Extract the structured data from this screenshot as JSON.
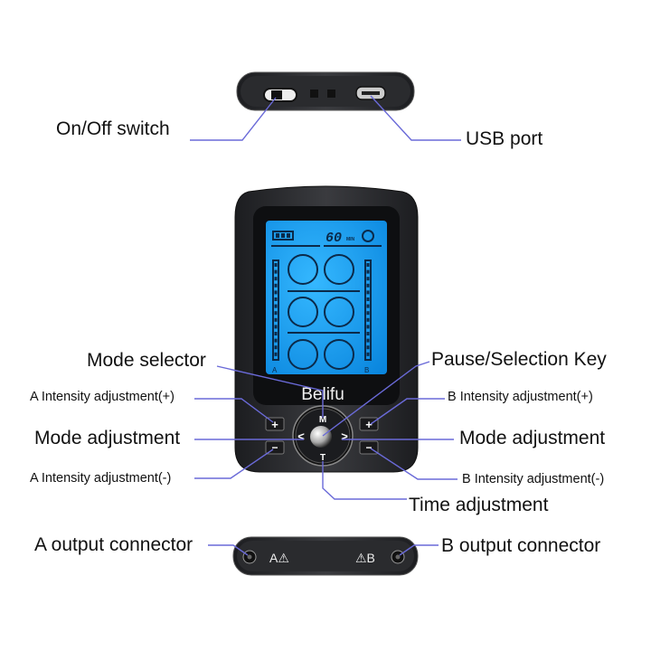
{
  "labels": {
    "on_off_switch": "On/Off switch",
    "usb_port": "USB port",
    "mode_selector": "Mode selector",
    "pause_selection_key": "Pause/Selection Key",
    "a_intensity_plus": "A Intensity adjustment(+)",
    "b_intensity_plus": "B Intensity adjustment(+)",
    "mode_adjustment_left": "Mode adjustment",
    "mode_adjustment_right": "Mode adjustment",
    "a_intensity_minus": "A Intensity adjustment(-)",
    "b_intensity_minus": "B Intensity adjustment(-)",
    "time_adjustment": "Time adjustment",
    "a_output_connector": "A output connector",
    "b_output_connector": "B output connector"
  },
  "device": {
    "brand": "Belifu",
    "screen": {
      "timer_value": "60",
      "timer_unit": "MIN",
      "channel_a": "A",
      "channel_b": "B"
    },
    "buttons": {
      "mode": "M",
      "time": "T",
      "plus": "+",
      "minus": "−",
      "left": "<",
      "right": ">"
    },
    "connector_a_label": "A⚠",
    "connector_b_label": "⚠B"
  },
  "colors": {
    "leader_line": "#6a6ad8",
    "screen_blue": "#1aa3f5",
    "device_body": "#2a2b2e"
  }
}
